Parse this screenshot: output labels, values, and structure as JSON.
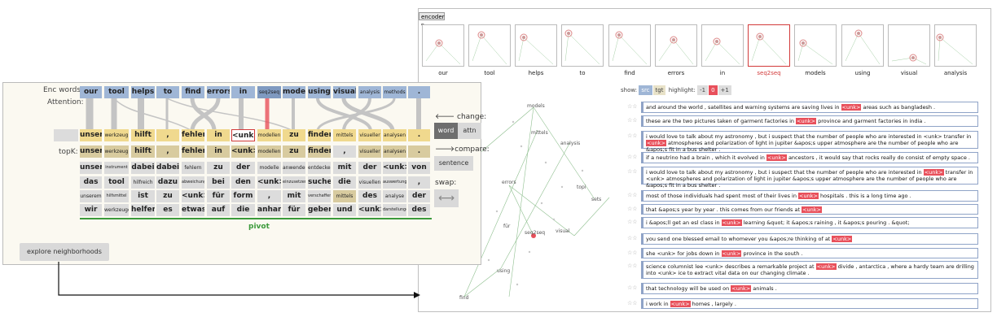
{
  "left": {
    "enc_label": "Enc words:",
    "attn_label": "Attention:",
    "topk_label": "topK:",
    "pivot_label": "pivot",
    "change_label": "change:",
    "word_btn": "word",
    "attn_btn": "attn",
    "compare_label": "compare:",
    "sentence_btn": "sentence",
    "swap_label": "swap:",
    "explore_btn": "explore neighborhoods",
    "enc_words": [
      "our",
      "tool",
      "helps",
      "to",
      "find",
      "errors",
      "in",
      "seq2seq",
      "models",
      "using",
      "visual",
      "analysis",
      "methods",
      "."
    ],
    "dec_top": [
      "unser",
      "werkzeug",
      "hilft",
      ",",
      "fehler",
      "in",
      "<unk>",
      "modellen",
      "zu",
      "finden",
      "mittels",
      "visueller",
      "analysen",
      "."
    ],
    "topk": [
      [
        "unser",
        "werkzeug",
        "hilft",
        ",",
        "fehler",
        "in",
        "<unk>",
        "modellen",
        "zu",
        "finden",
        ",",
        "visueller",
        "analysen",
        "."
      ],
      [
        "unsere",
        "instrument",
        "dabei",
        "dabei",
        "fehlern",
        "zu",
        "der",
        "modelle",
        "anwenden",
        "entdecken",
        "mit",
        "der",
        "<unk>",
        "von"
      ],
      [
        "das",
        "tool",
        "hilfreich",
        "dazu",
        "abweichungen",
        "bei",
        "den",
        "<unk>",
        "einzusetzen",
        "suchen",
        "die",
        "visuellen",
        "auswertung",
        ","
      ],
      [
        "unserem",
        "hilfsmittel",
        "ist",
        "zu",
        "<unk>",
        "für",
        "form",
        ",",
        "mit",
        "verschaffen",
        "mittels",
        "des",
        "analyse",
        "der"
      ],
      [
        "wir",
        "werkzeuge",
        "helfen",
        "es",
        "etwas",
        "auf",
        "die",
        "anhand",
        "für",
        "geben",
        "und",
        "<unk>",
        "darstellungen",
        "des"
      ]
    ]
  },
  "right": {
    "encoder_dropdown": "encoder",
    "thumb_labels": [
      "our",
      "tool",
      "helps",
      "to",
      "find",
      "errors",
      "in",
      "seq2seq",
      "models",
      "using",
      "visual",
      "analysis"
    ],
    "show_label": "show:",
    "show_src": "src",
    "show_tgt": "tgt",
    "highlight_label": "highlight:",
    "hl_minus": "-1",
    "hl_zero": "0",
    "hl_plus": "+1",
    "scatter_labels": [
      "models",
      "mittels",
      "analysis",
      "errors",
      "topi",
      "sets",
      "für",
      "seq2seq",
      "visual",
      "using",
      "find"
    ],
    "sentences": [
      [
        "and around the world , satellites and warning systems are saving lives in ",
        "<unk>",
        " areas such as bangladesh ."
      ],
      [
        "these are the two pictures taken of garment factories in ",
        "<unk>",
        " province and garment factories in india ."
      ],
      [
        "i would love to talk about my astronomy , but i suspect that the number of people who are interested in <unk> transfer in ",
        "<unk>",
        " atmospheres and polarization of light in jupiter &apos;s upper atmosphere are the number of people who are &apos;s fit in a bus shelter ."
      ],
      [
        "if a neutrino had a brain , which it evolved in ",
        "<unk>",
        " ancestors , it would say that rocks really do consist of empty space ."
      ],
      [
        "i would love to talk about my astronomy , but i suspect that the number of people who are interested in ",
        "<unk>",
        " transfer in <unk> atmospheres and polarization of light in jupiter &apos;s upper atmosphere are the number of people who are &apos;s fit in a bus shelter ."
      ],
      [
        "most of those individuals had spent most of their lives in ",
        "<unk>",
        " hospitals . this is a long time ago ."
      ],
      [
        "that &apos;s year by year . this comes from our friends at ",
        "<unk>",
        ""
      ],
      [
        "i &apos;ll get an esl class in ",
        "<unk>",
        " learning &quot; it &apos;s raining , it &apos;s pouring . &quot;"
      ],
      [
        "you send one blessed email to whomever you &apos;re thinking of at ",
        "<unk>",
        ""
      ],
      [
        "she <unk> for jobs down in ",
        "<unk>",
        " province in the south ."
      ],
      [
        "science columnist lee <unk> describes a remarkable project at ",
        "<unk>",
        " divide , antarctica , where a hardy team are drilling into <unk> ice to extract vital data on our changing climate ."
      ],
      [
        "that technology will be used on ",
        "<unk>",
        " animals ."
      ],
      [
        "i work in ",
        "<unk>",
        " homes , largely ."
      ]
    ]
  },
  "colors": {
    "enc": "#9fb6d6",
    "top": "#f0d98e",
    "unk": "#e8505b",
    "pivot": "#3b9a3b",
    "selected": "#d23b3b"
  }
}
